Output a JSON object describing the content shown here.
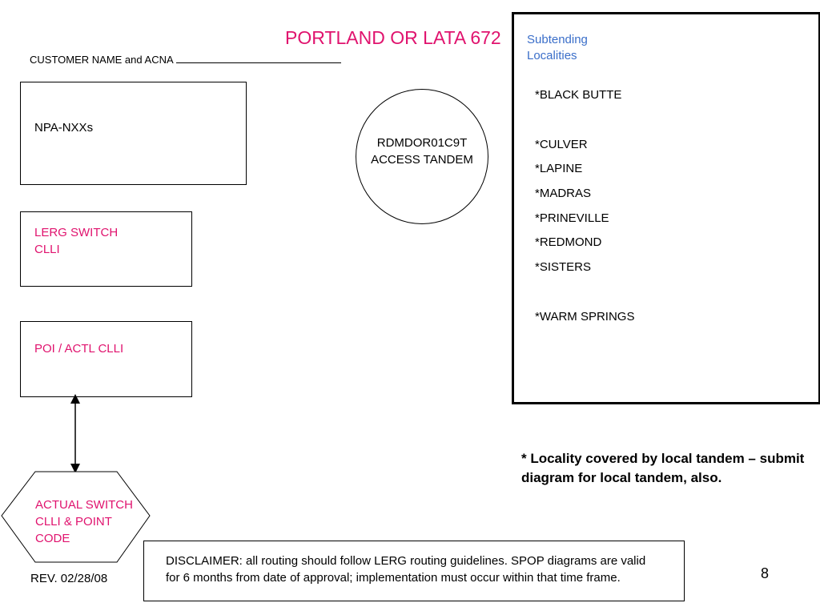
{
  "header": {
    "title": "PORTLAND OR LATA 672",
    "customer_label": "CUSTOMER NAME and ACNA"
  },
  "boxes": {
    "npa_label": "NPA-NXXs",
    "lerg_label": "LERG SWITCH CLLI",
    "poi_label": "POI / ACTL CLLI",
    "actual_switch_label": "ACTUAL SWITCH CLLI & POINT CODE"
  },
  "tandem": {
    "line1": "RDMDOR01C9T",
    "line2": "ACCESS TANDEM"
  },
  "subtending": {
    "title": "Subtending Localities",
    "localities": [
      "*BLACK BUTTE",
      "*CULVER",
      "*LAPINE",
      "*MADRAS",
      "*PRINEVILLE",
      "*REDMOND",
      "*SISTERS",
      "*WARM SPRINGS"
    ]
  },
  "note": "* Locality covered by local tandem – submit diagram for local tandem, also.",
  "footer": {
    "disclaimer": "DISCLAIMER: all routing should follow LERG routing guidelines. SPOP diagrams are valid for 6 months from date of approval; implementation must occur within that time frame.",
    "revision": "REV. 02/28/08",
    "page_number": "8"
  },
  "colors": {
    "title": "#e0136e",
    "labels_pink": "#e0136e",
    "subtending_title": "#3a6ec9"
  }
}
